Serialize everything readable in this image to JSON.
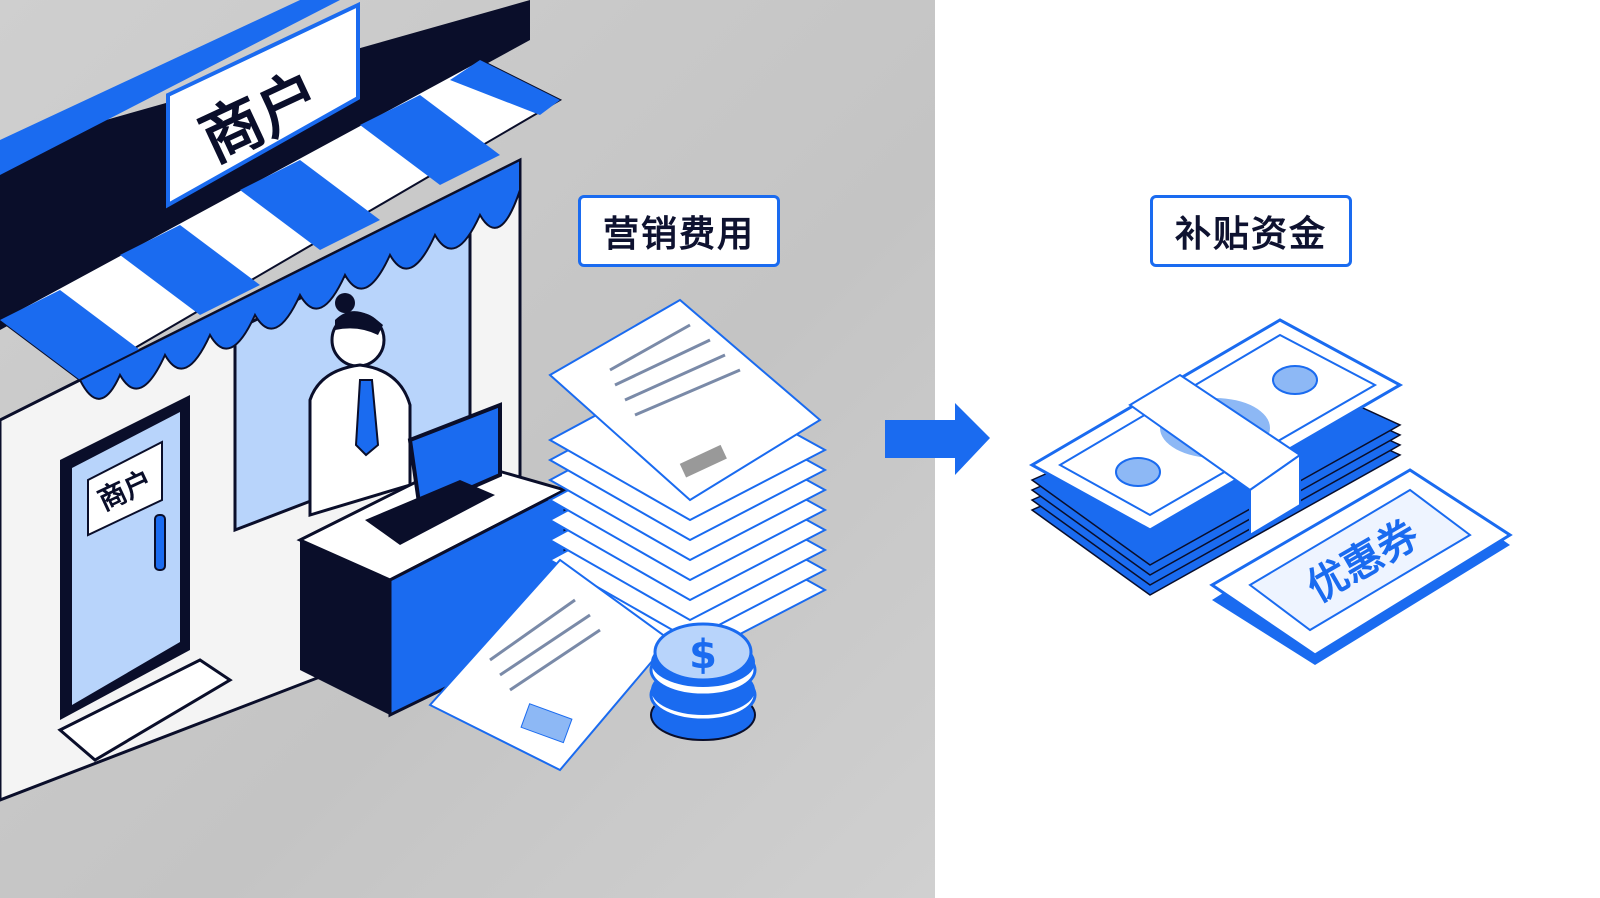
{
  "store": {
    "sign_text": "商户",
    "door_text": "商户"
  },
  "labels": {
    "marketing_cost": "营销费用",
    "subsidy_funds": "补贴资金"
  },
  "coin_symbol": "$",
  "coupon_text": "优惠券",
  "icons": {
    "arrow": "arrow-right-icon",
    "money": "banknote-stack-icon",
    "coins": "coin-stack-icon",
    "documents": "document-stack-icon",
    "coupon": "coupon-icon"
  },
  "colors": {
    "accent": "#1a6bf0",
    "dark": "#0a0e2a",
    "light_blue": "#b8d4fb",
    "panel_gray": "#c9c9c9"
  }
}
